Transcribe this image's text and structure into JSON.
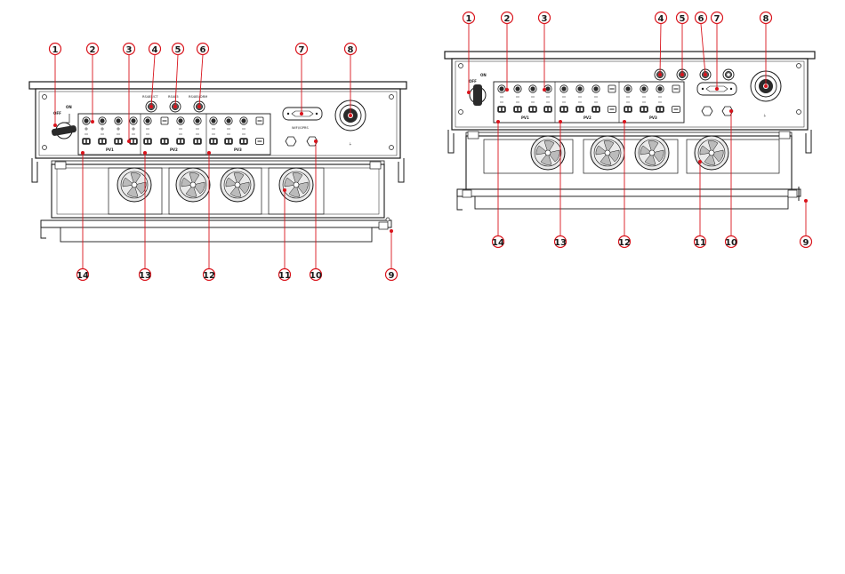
{
  "colors": {
    "callout": "#d9141c",
    "line": "#1a1a1a",
    "panel_fill": "#ffffff",
    "fan_fill": "#e6e6e6",
    "terminal_fill": "#2a2a2a"
  },
  "switch_labels": {
    "on": "ON",
    "off": "OFF"
  },
  "left_unit": {
    "callouts_top": [
      "1",
      "2",
      "3",
      "4",
      "5",
      "6",
      "7",
      "8"
    ],
    "callouts_bottom": [
      "14",
      "13",
      "12",
      "11",
      "10",
      "9"
    ],
    "mppt_labels": [
      "PV1",
      "PV2",
      "PV3"
    ],
    "port_labels": [
      "RS485/CT",
      "RS485",
      "RS485/DRM"
    ],
    "wifi_label": "WIFI/GPRS"
  },
  "right_unit": {
    "callouts_top": [
      "1",
      "2",
      "3",
      "4",
      "5",
      "6",
      "7",
      "8"
    ],
    "callouts_bottom": [
      "14",
      "13",
      "12",
      "11",
      "10",
      "9"
    ],
    "mppt_labels": [
      "PV1",
      "PV2",
      "PV3"
    ]
  }
}
